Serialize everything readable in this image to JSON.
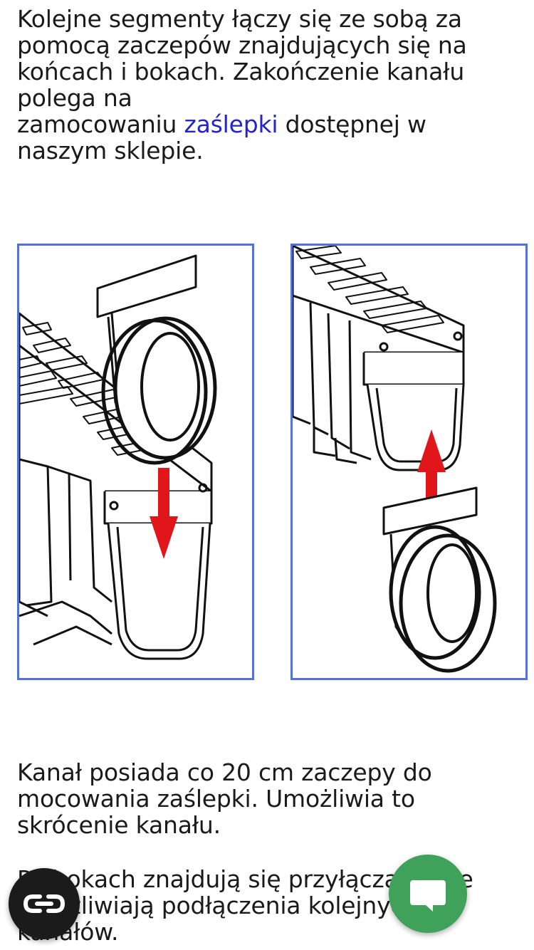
{
  "intro": {
    "line1": "Kolejne segmenty łączy się ze sobą za",
    "line2": "pomocą zaczepów znajdujących się na",
    "line3": "końcach i bokach. Zakończenie kanału",
    "line4": "polega na",
    "line5_before": "zamocowaniu ",
    "line5_link": "zaślepki",
    "line5_after": " dostępnej w",
    "line6": "naszym sklepie."
  },
  "para2": {
    "line1": "Kanał posiada co 20 cm zaczepy do",
    "line2": "mocowania zaślepki. Umożliwia to",
    "line3": "skrócenie kanału."
  },
  "para3": {
    "line1": "Po bokach znajdują się przyłącza, które",
    "line2": "umożliwiają podłączenia kolejnych",
    "line3": "kanałów."
  },
  "figures": {
    "left_arrow": "down",
    "right_arrow": "up",
    "border_color": "#5671d6",
    "arrow_color": "#e0161b"
  },
  "colors": {
    "link": "#2424c8",
    "chat_button": "#3fa15a",
    "left_button": "#1b1b1b"
  },
  "icons": {
    "left_button": "infinity-link-icon",
    "chat_button": "chat-bubble-icon"
  }
}
